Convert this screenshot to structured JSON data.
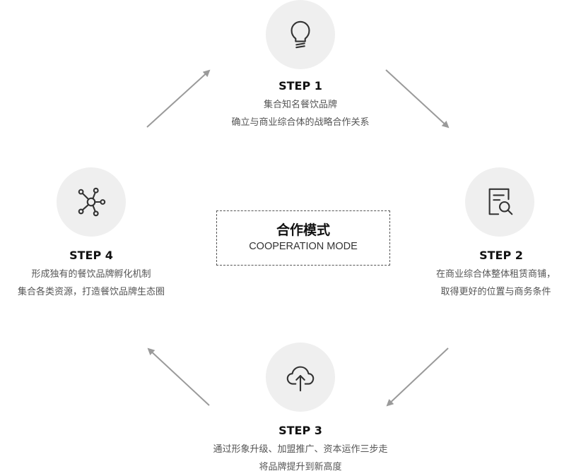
{
  "center": {
    "title_cn": "合作模式",
    "title_en": "COOPERATION MODE"
  },
  "steps": [
    {
      "title": "STEP 1",
      "lines": [
        "集合知名餐饮品牌",
        "确立与商业综合体的战略合作关系"
      ],
      "icon": "lightbulb-icon"
    },
    {
      "title": "STEP 2",
      "lines": [
        "在商业综合体整体租赁商铺，",
        "取得更好的位置与商务条件"
      ],
      "icon": "document-search-icon"
    },
    {
      "title": "STEP 3",
      "lines": [
        "通过形象升级、加盟推广、资本运作三步走",
        "将品牌提升到新高度"
      ],
      "icon": "cloud-upload-icon"
    },
    {
      "title": "STEP 4",
      "lines": [
        "形成独有的餐饮品牌孵化机制",
        "集合各类资源，打造餐饮品牌生态圈"
      ],
      "icon": "network-icon"
    }
  ],
  "colors": {
    "circle_bg": "#efefef",
    "arrow": "#9a9a9a",
    "icon": "#333333"
  }
}
